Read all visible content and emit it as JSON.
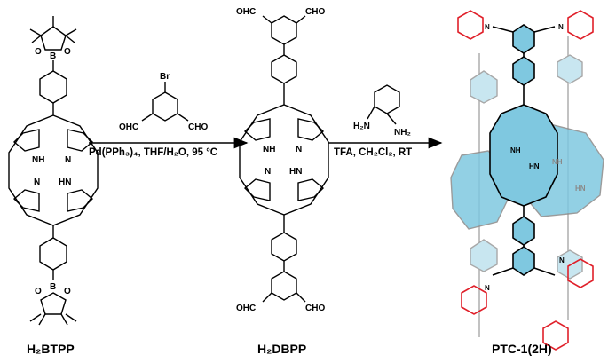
{
  "compounds": [
    {
      "id": "h2btpp",
      "name": "H₂BTPP"
    },
    {
      "id": "h2dbpp",
      "name": "H₂DBPP"
    },
    {
      "id": "ptc",
      "name": "PTC-1(2H)"
    }
  ],
  "steps": [
    {
      "reagent_atoms": [
        "Br",
        "OHC",
        "CHO"
      ],
      "conditions": "Pd(PPh₃)₄, THF/H₂O, 95 °C"
    },
    {
      "reagent_atoms": [
        "H₂N",
        "NH₂"
      ],
      "conditions": "TFA, CH₂Cl₂, RT"
    }
  ],
  "atom_labels": {
    "B": "B",
    "O": "O",
    "NH": "NH",
    "HN": "HN",
    "N": "N",
    "OHC": "OHC",
    "CHO": "CHO"
  },
  "colors": {
    "porphyrin_fill": "#7fc8e0",
    "imine_ring": "#e0202a",
    "background_cage": "#9a9a9a",
    "bond": "#000000"
  }
}
